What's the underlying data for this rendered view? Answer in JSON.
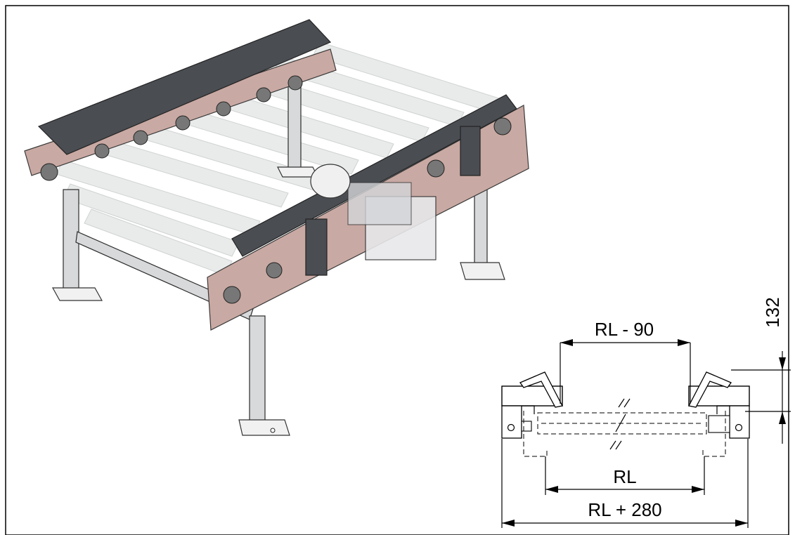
{
  "dimensions": {
    "top_width": "RL - 90",
    "height": "132",
    "roller_length": "RL",
    "overall_width": "RL + 280"
  }
}
